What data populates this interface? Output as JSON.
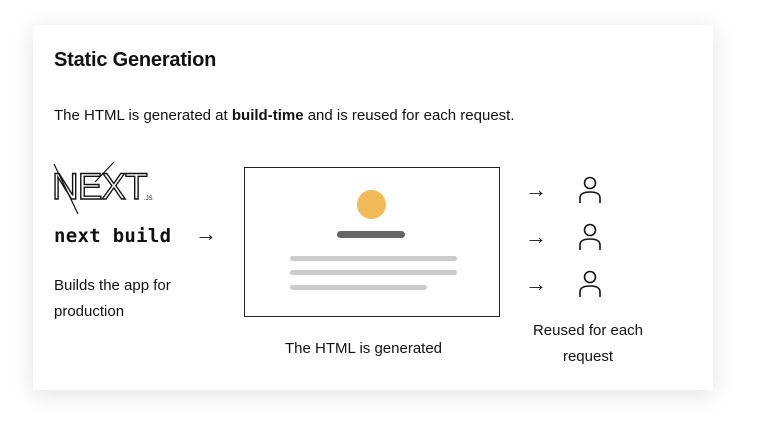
{
  "title": "Static Generation",
  "description": {
    "before": "The HTML is generated at ",
    "bold": "build-time",
    "after": " and is reused for each request."
  },
  "logo": {
    "icon": "nextjs-logo-icon",
    "text": "NEXT",
    "suffix": ".JS"
  },
  "build": {
    "command": "next build",
    "arrow": "→",
    "caption": "Builds the app for production"
  },
  "page": {
    "caption": "The HTML is generated",
    "colors": {
      "dot": "#F2B957",
      "bar_dark": "#666666",
      "bar_light": "#CCCCCC"
    }
  },
  "requests": {
    "arrow": "→",
    "user_icon": "user-icon",
    "count": 3,
    "caption": "Reused for each request"
  }
}
